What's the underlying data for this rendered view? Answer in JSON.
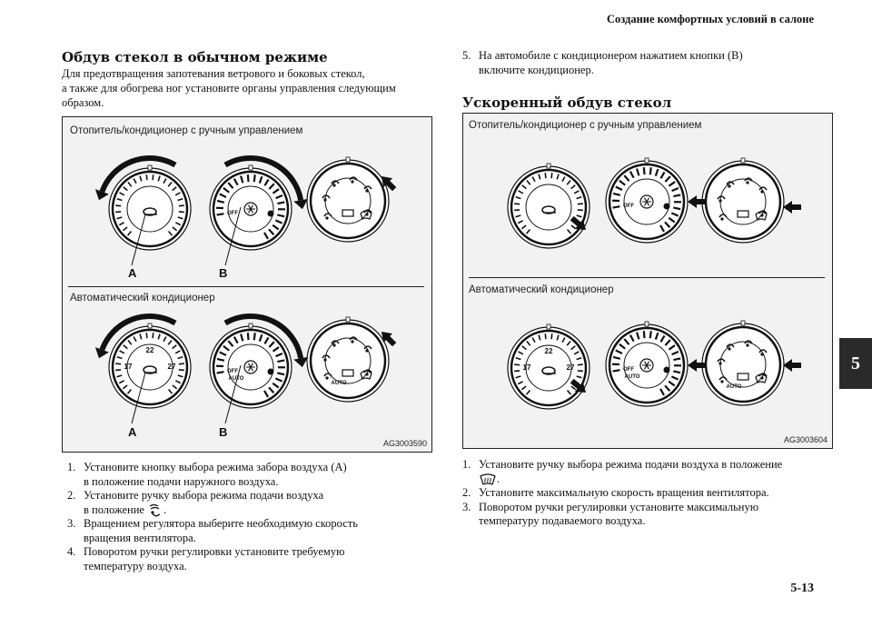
{
  "header": {
    "title": "Создание комфортных условий в салоне"
  },
  "chapter_tab": "5",
  "page_number": "5-13",
  "left": {
    "heading": "Обдув стекол в обычном режиме",
    "intro": [
      "Для предотвращения запотевания ветрового и боковых стекол,",
      "а также для обогрева ног установите органы управления следующим",
      "образом."
    ],
    "figure": {
      "title_manual": "Отопитель/кондиционер с ручным управлением",
      "title_auto": "Автоматический кондиционер",
      "label_a": "A",
      "label_b": "B",
      "code": "AG3003590"
    },
    "steps": [
      {
        "num": "1.",
        "lines": [
          "Установите кнопку выбора режима забора воздуха (A)",
          "в положение подачи наружного воздуха."
        ]
      },
      {
        "num": "2.",
        "lines": [
          "Установите ручку выбора режима подачи воздуха",
          "в положение"
        ]
      },
      {
        "num": "3.",
        "lines": [
          "Вращением регулятора выберите необходимую скорость",
          "вращения вентилятора."
        ]
      },
      {
        "num": "4.",
        "lines": [
          "Поворотом ручки регулировки установите требуемую",
          "температуру воздуха."
        ]
      }
    ]
  },
  "right": {
    "step5": {
      "num": "5.",
      "lines": [
        "На автомобиле с кондиционером нажатием кнопки (B)",
        "включите кондиционер."
      ]
    },
    "heading": "Ускоренный обдув стекол",
    "figure": {
      "title_manual": "Отопитель/кондиционер с ручным управлением",
      "title_auto": "Автоматический кондиционер",
      "code": "AG3003604"
    },
    "steps": [
      {
        "num": "1.",
        "lines": [
          "Установите ручку выбора режима подачи воздуха в положение",
          "."
        ]
      },
      {
        "num": "2.",
        "lines": [
          "Установите максимальную скорость вращения вентилятора."
        ]
      },
      {
        "num": "3.",
        "lines": [
          "Поворотом ручки регулировки установите максимальную",
          "температуру подаваемого воздуха."
        ]
      }
    ]
  },
  "dial_text": {
    "off": "OFF",
    "auto": "AUTO",
    "t1": "17",
    "t2": "22",
    "t3": "27"
  }
}
